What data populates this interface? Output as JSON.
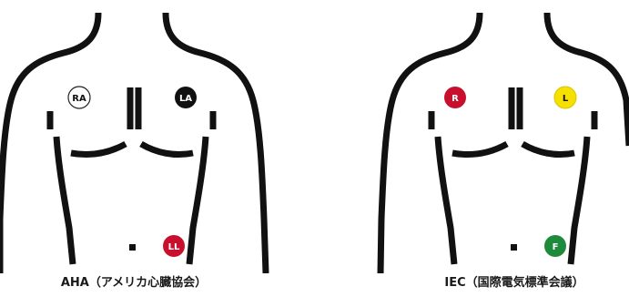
{
  "diagrams": [
    {
      "caption": "AHA（アメリカ心臓協会）",
      "electrodes": [
        {
          "label": "RA",
          "fill": "#ffffff",
          "stroke": "#222222",
          "text": "#111111"
        },
        {
          "label": "LA",
          "fill": "#111111",
          "stroke": "#111111",
          "text": "#ffffff"
        },
        {
          "label": "LL",
          "fill": "#c8102e",
          "stroke": "#c8102e",
          "text": "#ffffff"
        }
      ]
    },
    {
      "caption": "IEC（国際電気標準会議）",
      "electrodes": [
        {
          "label": "R",
          "fill": "#c8102e",
          "stroke": "#c8102e",
          "text": "#ffffff"
        },
        {
          "label": "L",
          "fill": "#f5e000",
          "stroke": "#d9c400",
          "text": "#111111"
        },
        {
          "label": "F",
          "fill": "#1e8a3c",
          "stroke": "#1e8a3c",
          "text": "#ffffff"
        }
      ]
    }
  ]
}
